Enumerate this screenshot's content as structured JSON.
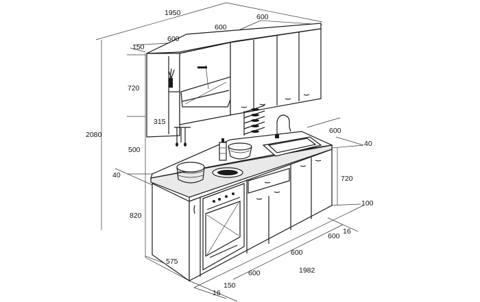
{
  "dimensions": {
    "total_width": "1950",
    "upper_top_right_width": "600",
    "upper_top_mid_width": "600",
    "upper_left_width": "600",
    "upper_depth": "150",
    "upper_height": "720",
    "shelf_height": "315",
    "total_height": "2080",
    "backsplash_height": "500",
    "counter_thickness_left": "40",
    "counter_thickness_right": "40",
    "base_height": "820",
    "base_cabinet_height": "720",
    "counter_depth": "600",
    "plinth_height": "100",
    "base_depth": "575",
    "side_gap_right": "16",
    "side_gap_left": "16",
    "base_width_right": "600",
    "base_width_mid": "600",
    "base_width_left": "600",
    "base_total_width": "1982",
    "plinth_offset": "150"
  },
  "colors": {
    "line": "#1a1a1a",
    "background": "#ffffff"
  }
}
